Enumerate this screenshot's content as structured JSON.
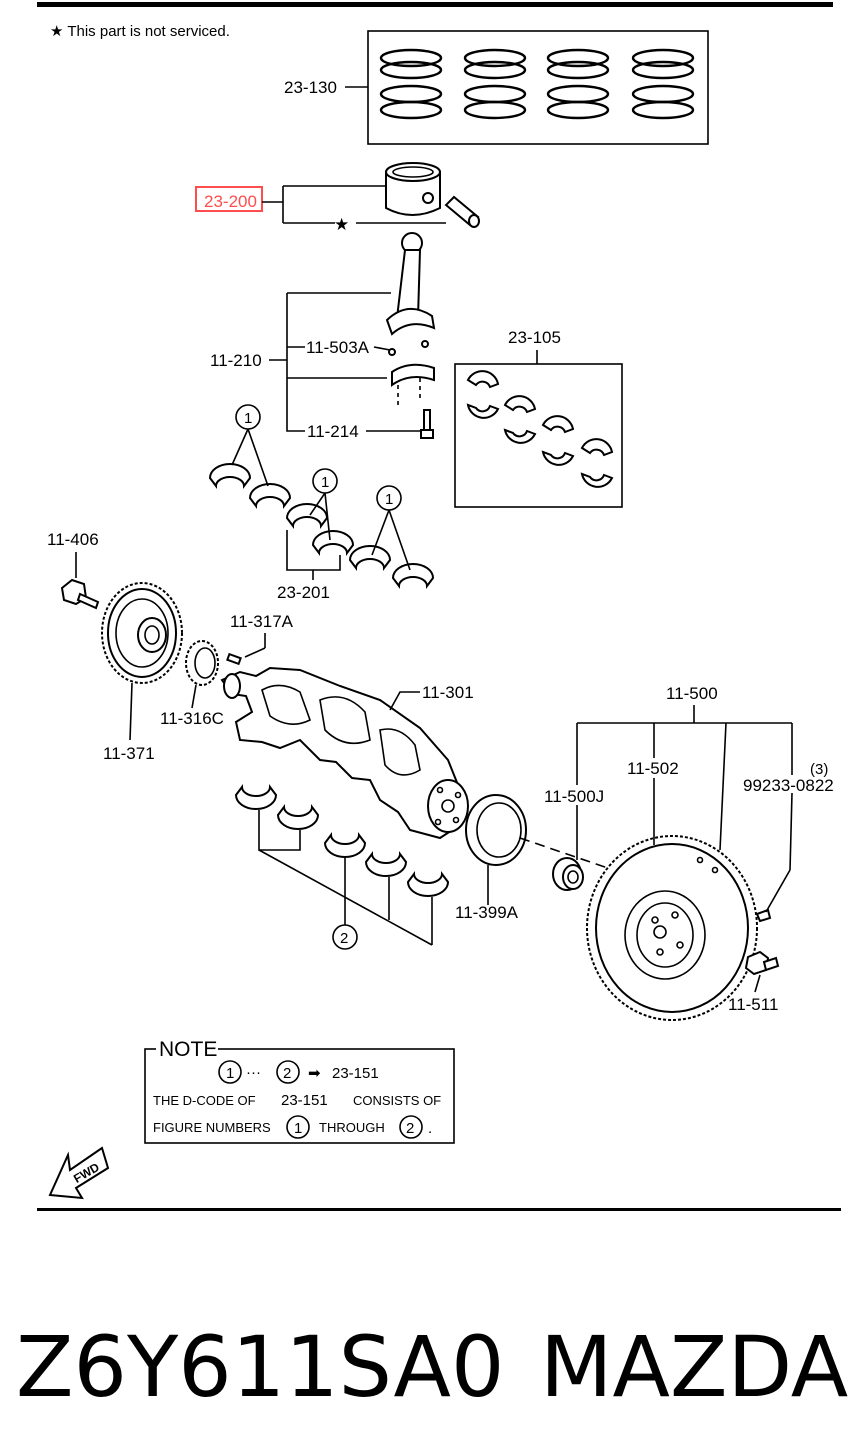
{
  "header_note": "★ This part is not serviced.",
  "highlight_color": "#ff4d4d",
  "labels": {
    "p23_130": "23-130",
    "p23_200": "23-200",
    "p11_210": "11-210",
    "p11_503a": "11-503A",
    "p11_214": "11-214",
    "p23_105": "23-105",
    "p23_201": "23-201",
    "p11_406": "11-406",
    "p11_317a": "11-317A",
    "p11_316c": "11-316C",
    "p11_371": "11-371",
    "p11_301": "11-301",
    "p11_500": "11-500",
    "p11_502": "11-502",
    "p11_500j": "11-500J",
    "p99233": "99233-0822",
    "qty3": "(3)",
    "p11_399a": "11-399A",
    "p11_511": "11-511",
    "star": "★",
    "circ1": "1",
    "circ2": "2"
  },
  "note": {
    "title": "NOTE",
    "line1_arrow": "➡",
    "line1_code": "23-151",
    "ellipsis": "···",
    "line2a": "THE D-CODE OF",
    "line2b": "23-151",
    "line2c": "CONSISTS OF",
    "line3a": "FIGURE NUMBERS",
    "line3b": "THROUGH",
    "line3c": "."
  },
  "fwd": "FWD",
  "footer": {
    "part_number": "Z6Y611SA0",
    "brand": "MAZDA"
  }
}
